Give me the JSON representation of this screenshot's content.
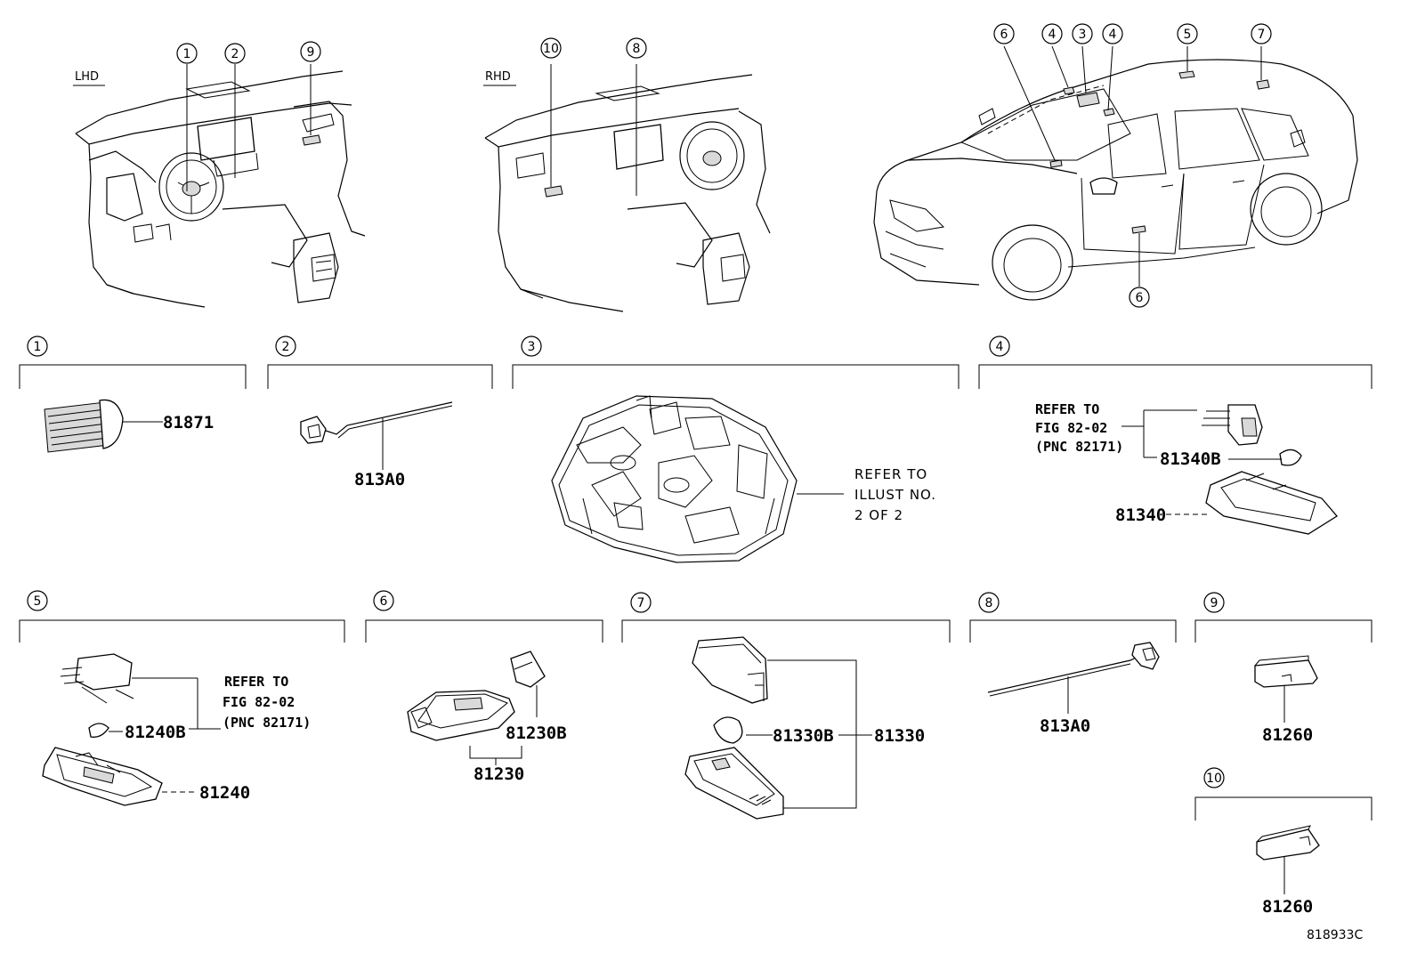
{
  "views": {
    "lhd_label": "LHD",
    "rhd_label": "RHD"
  },
  "sections": [
    {
      "num": "1"
    },
    {
      "num": "2"
    },
    {
      "num": "3"
    },
    {
      "num": "4"
    },
    {
      "num": "5"
    },
    {
      "num": "6"
    },
    {
      "num": "7"
    },
    {
      "num": "8"
    },
    {
      "num": "9"
    },
    {
      "num": "10"
    }
  ],
  "parts": {
    "p81871": "81871",
    "p813A0_a": "813A0",
    "p81340B": "81340B",
    "p81340": "81340",
    "p81240B": "81240B",
    "p81240": "81240",
    "p81230B": "81230B",
    "p81230": "81230",
    "p81330B": "81330B",
    "p81330": "81330",
    "p813A0_b": "813A0",
    "p81260_a": "81260",
    "p81260_b": "81260"
  },
  "notes": {
    "refer_illust": [
      "REFER TO",
      "ILLUST NO.",
      "2 OF 2"
    ],
    "refer_fig_4": [
      "REFER TO",
      "FIG 82-02",
      "(PNC 82171)"
    ],
    "refer_fig_5": [
      "REFER TO",
      "FIG 82-02",
      "(PNC 82171)"
    ]
  },
  "illustration_id": "818933C"
}
